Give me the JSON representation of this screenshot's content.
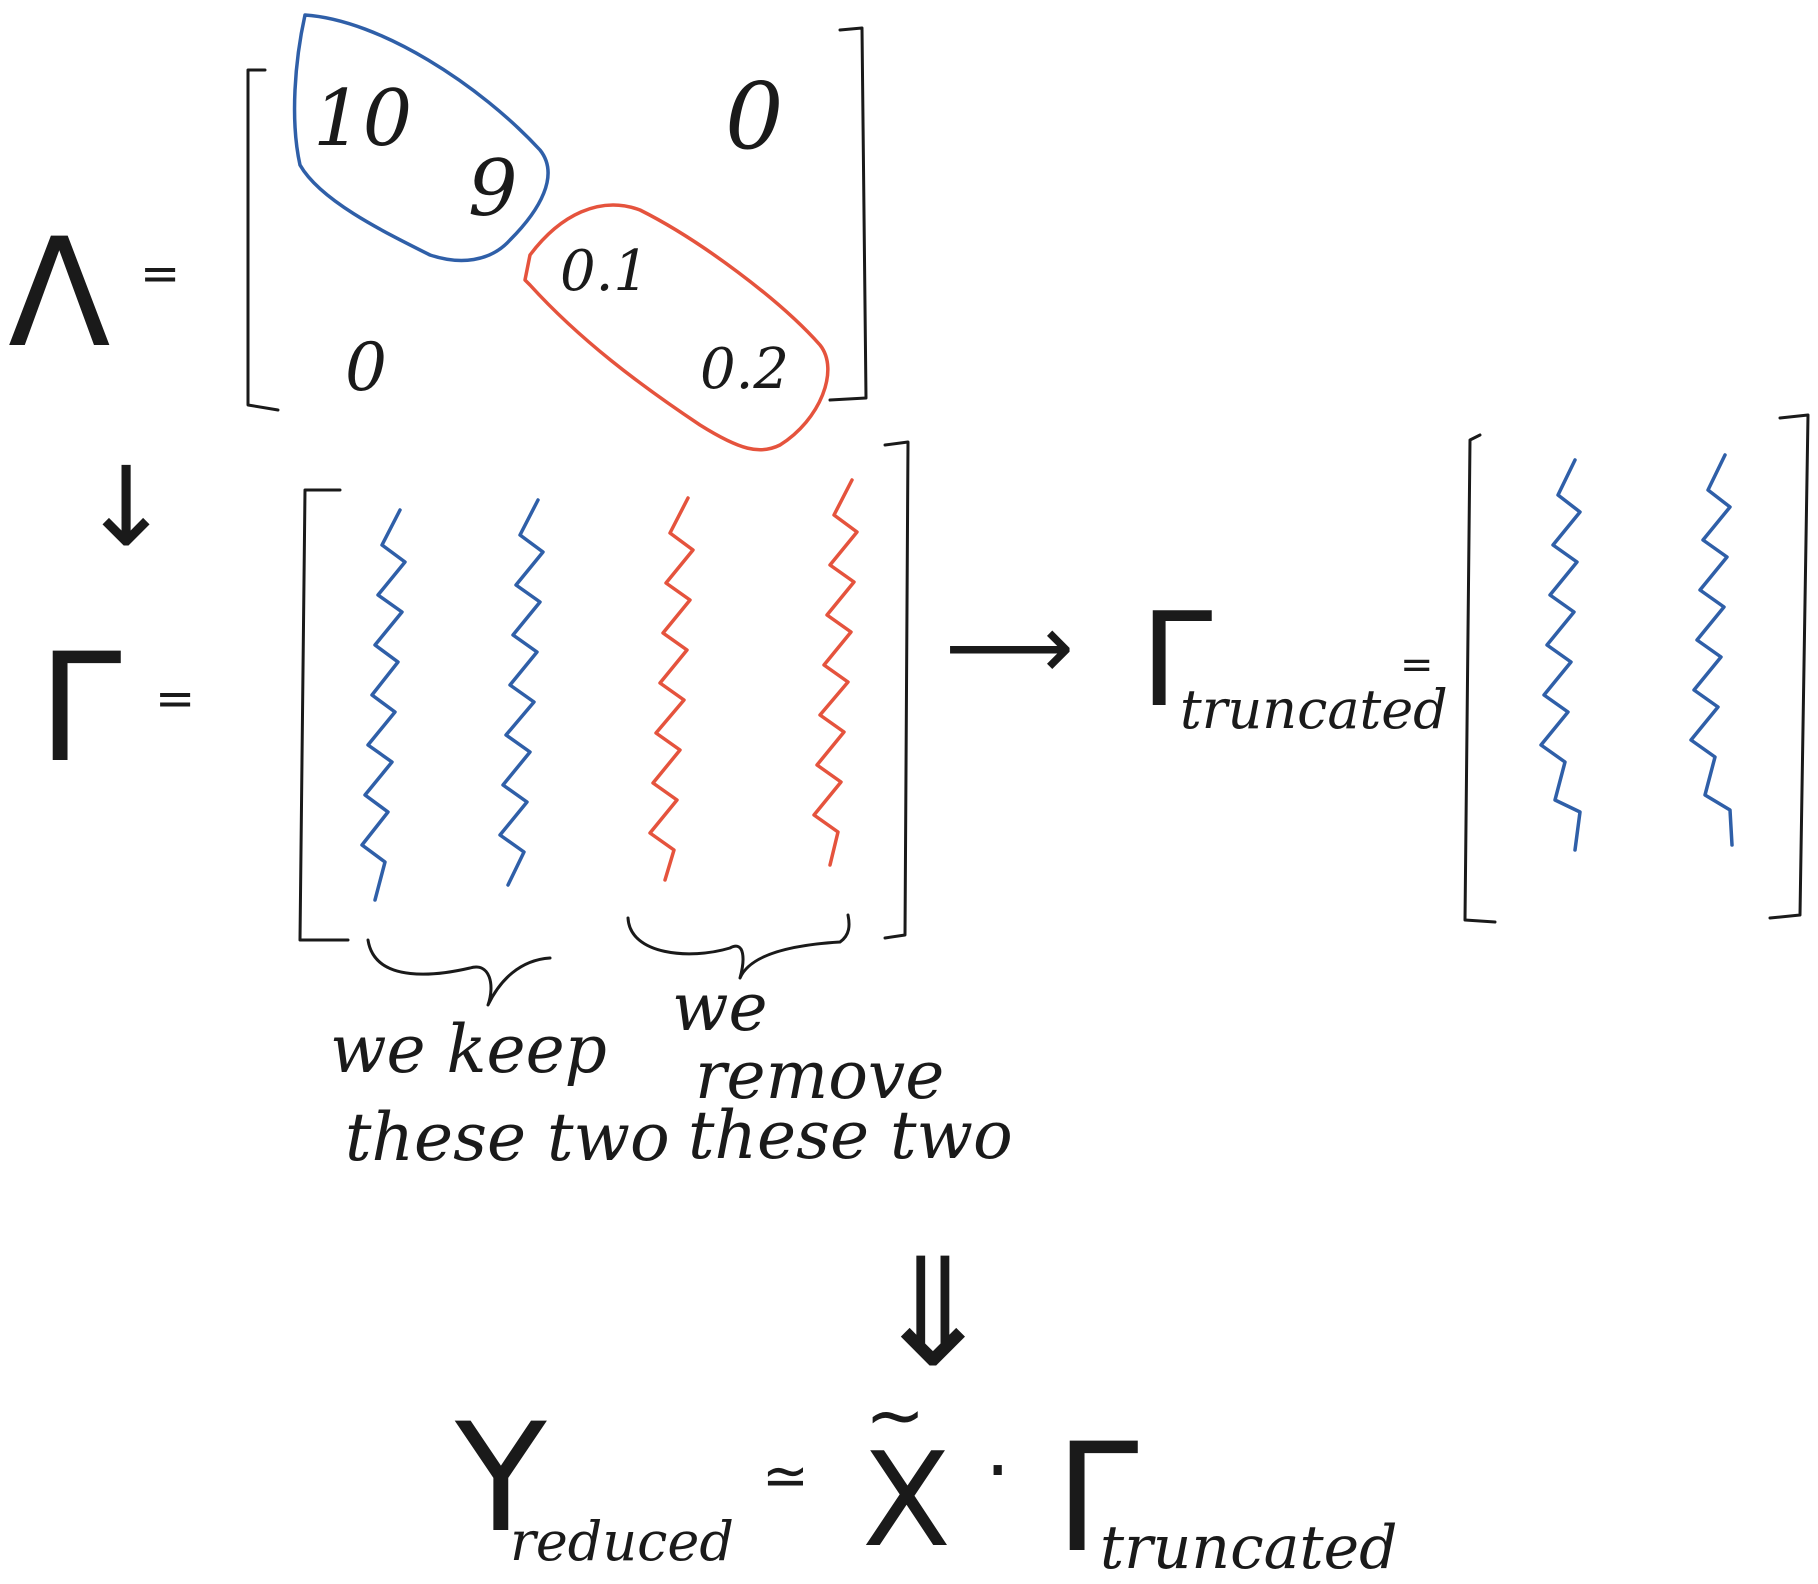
{
  "colors": {
    "ink": "#1a1a1a",
    "kept": "#2f5fa8",
    "removed": "#e5533d"
  },
  "eigenvalue_matrix": {
    "symbol": "Λ",
    "equals": "=",
    "entries": [
      "10",
      "9",
      "0.1",
      "0.2"
    ],
    "off_diagonal": [
      "0",
      "0"
    ]
  },
  "transition_arrow": "↓",
  "eigenvector_matrix": {
    "symbol": "Γ",
    "equals": "=",
    "kept_label_lines": [
      "we keep",
      "these two"
    ],
    "removed_label_lines": [
      "we",
      "remove",
      "these two"
    ]
  },
  "truncated_matrix": {
    "arrow": "⟶",
    "symbol": "Γ",
    "subscript": "truncated",
    "equals": "="
  },
  "implies_arrow": "⇓",
  "final_equation": {
    "lhs_symbol": "Y",
    "lhs_subscript": "reduced",
    "approx": "≃",
    "x_symbol": "X",
    "tilde": "~",
    "dot": "·",
    "rhs_symbol": "Γ",
    "rhs_subscript": "truncated"
  }
}
